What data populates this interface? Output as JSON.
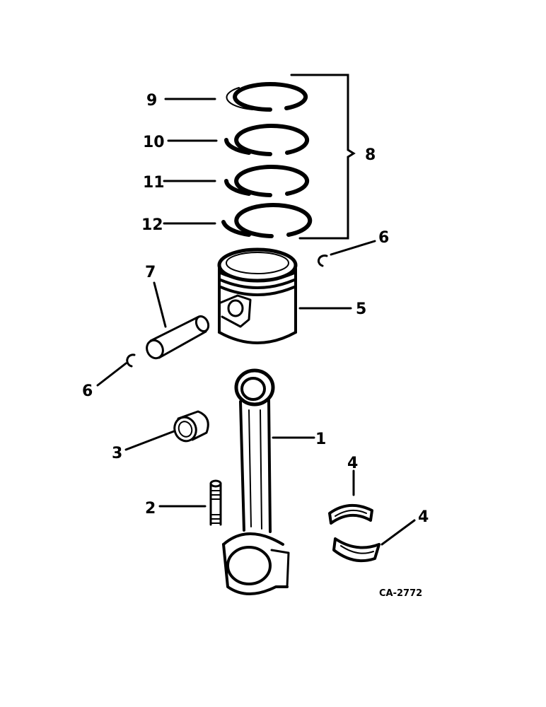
{
  "figure_id": "CA-2772",
  "callouts": {
    "c1": "1",
    "c2": "2",
    "c3": "3",
    "c4a": "4",
    "c4b": "4",
    "c5": "5",
    "c6a": "6",
    "c6b": "6",
    "c7": "7",
    "c8": "8",
    "c9": "9",
    "c10": "10",
    "c11": "11",
    "c12": "12"
  }
}
